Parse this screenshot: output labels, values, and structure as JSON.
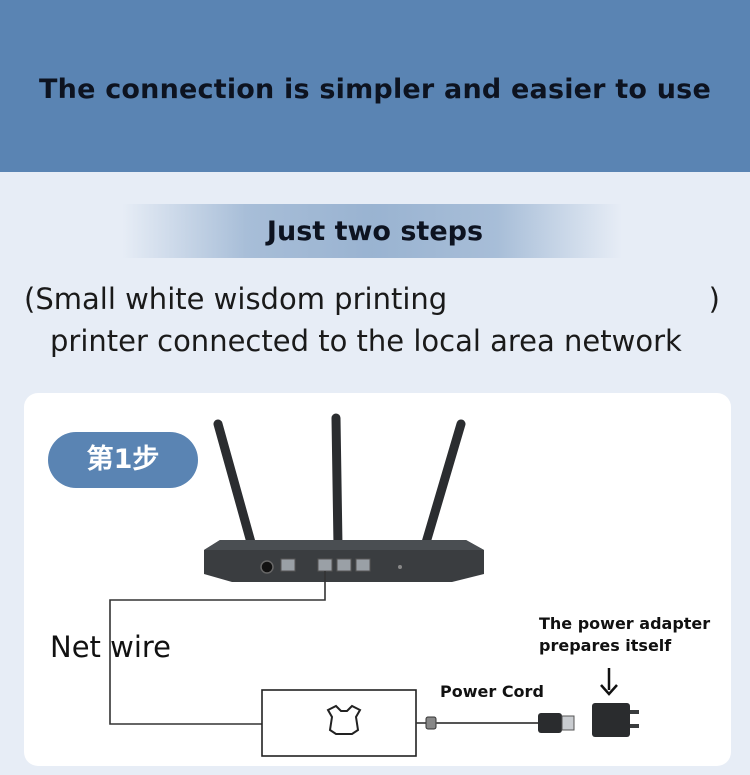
{
  "header": {
    "title": "The connection is simpler and easier to use"
  },
  "steps_heading": {
    "title": "Just two steps"
  },
  "description": {
    "open": "(",
    "line1": "Small white wisdom printing",
    "close": ")",
    "line2": "printer connected to the local area network"
  },
  "step_badge": "第1步",
  "labels": {
    "net_wire": "Net wire",
    "power_cord": "Power Cord",
    "power_adapter_line1": "The power adapter",
    "power_adapter_line2": "prepares itself"
  },
  "colors": {
    "accent": "#5a84b3",
    "background": "#e7edf6",
    "card": "#ffffff",
    "router": "#3a3d40"
  }
}
